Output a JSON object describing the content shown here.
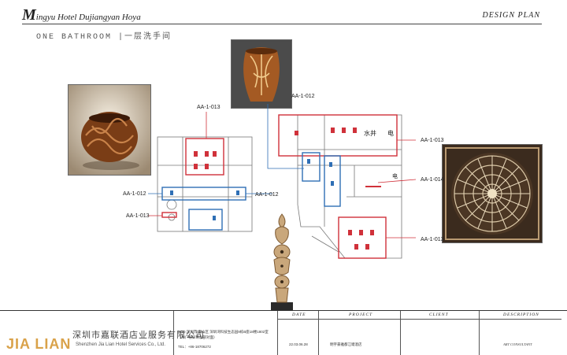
{
  "header": {
    "brand_initial": "M",
    "brand_rest": "ingyu Hotel Dujiangyan Hoya",
    "plan_label": "DESIGN PLAN",
    "section_title": "ONE BATHROOM |一层洗手间"
  },
  "callouts": {
    "c1": "AA-1-013",
    "c2": "AA-1-012",
    "c3": "AA-1-013",
    "c4": "AA-1-012",
    "c5": "AA-1-012",
    "c6": "AA-1-013",
    "c7": "AA-1-014",
    "c8": "AA-1-013"
  },
  "plan_labels": {
    "shaft": "水井",
    "elec": "电",
    "elec2": "电"
  },
  "footer": {
    "logo": "JIA LIAN",
    "company_cn": "深圳市嘉联酒店业服务有限公司",
    "company_en": "Shenzhen Jia Lian Hotel Services Co., Ltd.",
    "address": "ADD:深圳市 南山区 深圳湾科技生态园9栋B座18楼1802室（中广核深圳总部对面）",
    "tel": "TEL：+86-18706272",
    "date_label": "DATE",
    "date_value": "22.03.06.28",
    "project_label": "PROJECT",
    "project_value": "明宇豪雅都江堰酒店",
    "client_label": "CLIENT",
    "client_value": "",
    "description_label": "DESCRIPTION",
    "description_value": "ART CONSULTANT"
  },
  "colors": {
    "red_zone": "#d0313a",
    "blue_zone": "#2f6fb5",
    "logo_gold": "#d9a24a"
  },
  "icons": [
    "carved-bowl-image",
    "carved-vase-image",
    "carved-totem-image",
    "mandala-panel-image"
  ]
}
